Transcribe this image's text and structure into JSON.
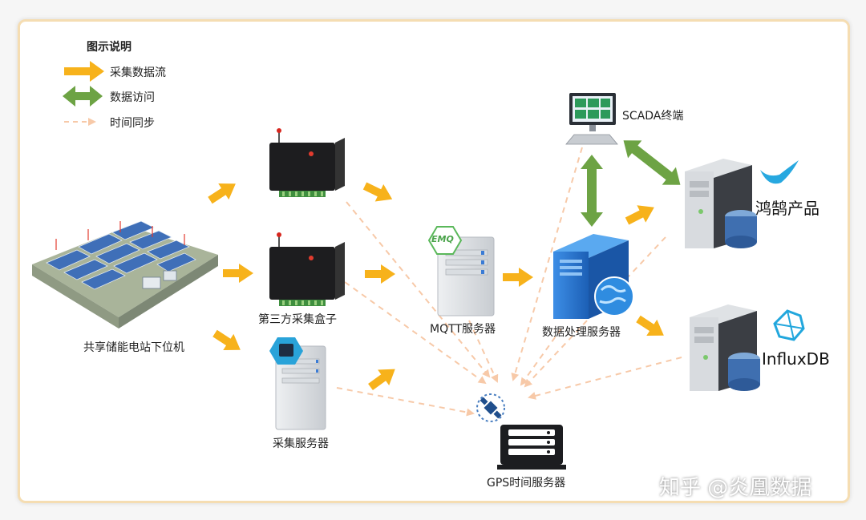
{
  "legend": {
    "title": "图示说明",
    "items": [
      {
        "label": "采集数据流",
        "color": "#f7b21b"
      },
      {
        "label": "数据访问",
        "color": "#6da344"
      },
      {
        "label": "时间同步",
        "color": "#f7c9a8"
      }
    ]
  },
  "nodes": {
    "power_station": "共享储能电站下位机",
    "third_party_box": "第三方采集盒子",
    "collection_server": "采集服务器",
    "mqtt_server": "MQTT服务器",
    "data_processing": "数据处理服务器",
    "scada": "SCADA终端",
    "honghu": "鸿鹄产品",
    "influxdb": "InfluxDB",
    "gps_server": "GPS时间服务器"
  },
  "badges": {
    "emq": "EMQ"
  },
  "watermark": "知乎 @炎凰数据"
}
